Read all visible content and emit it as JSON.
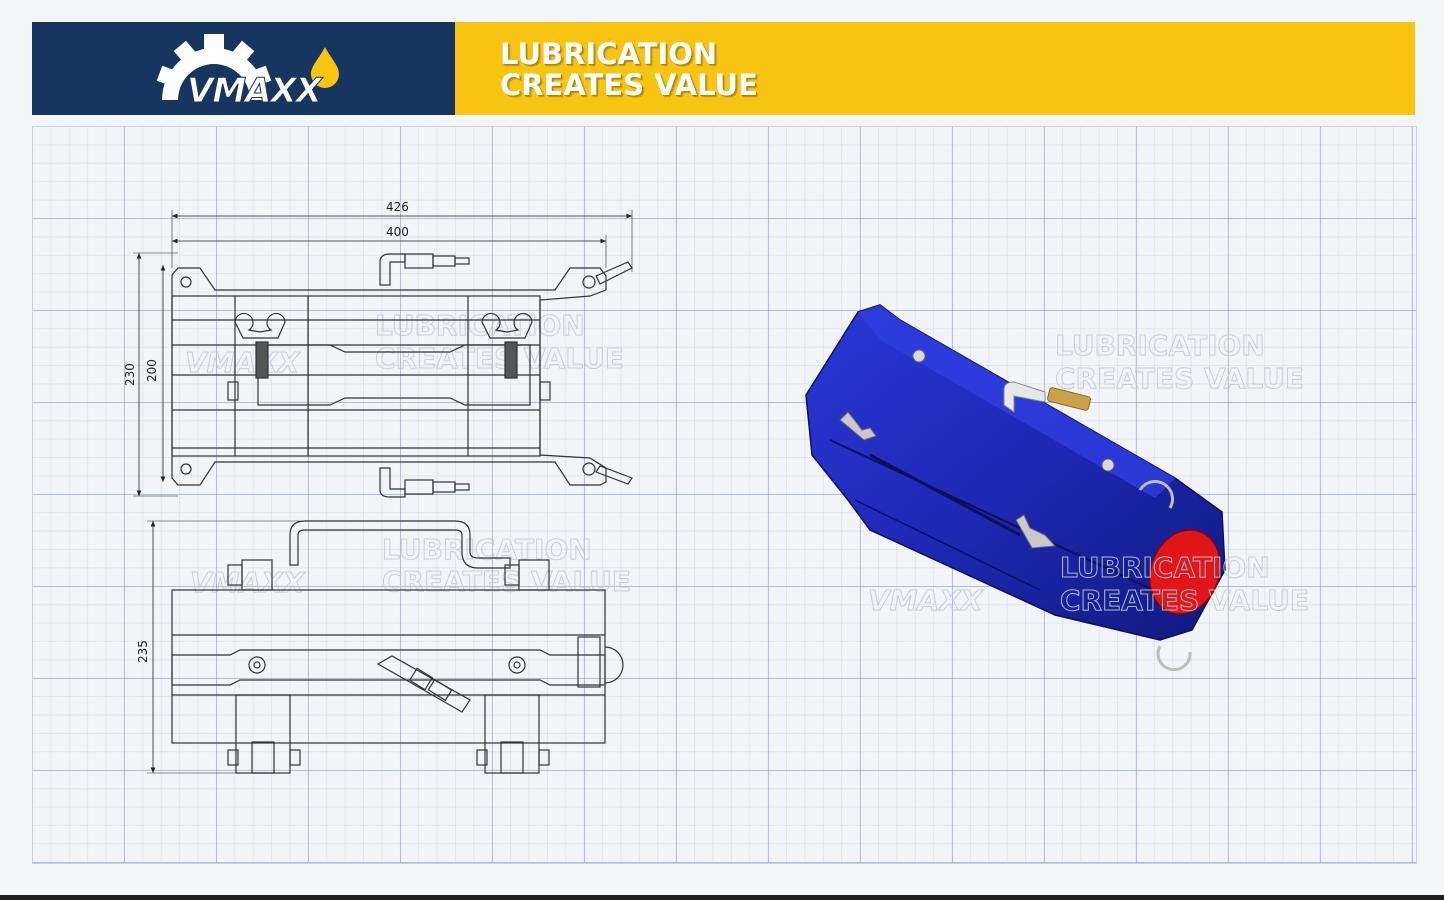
{
  "header": {
    "brand": "VMAXX",
    "slogan_line1": "LUBRICATION",
    "slogan_line2": "CREATES  VALUE",
    "colors": {
      "logo_panel": "#173561",
      "slogan_panel": "#f7c412",
      "accent_drop": "#f7c412"
    }
  },
  "watermark": {
    "brand": "VMAXX",
    "line1": "LUBRICATION",
    "line2": "CREATES  VALUE"
  },
  "dimensions": {
    "top_view_overall_width": "426",
    "top_view_inner_width": "400",
    "top_view_overall_height": "230",
    "top_view_inner_height": "200",
    "side_view_height": "235"
  },
  "render": {
    "body_color": "#1e28b4",
    "bore_color": "#e0161a",
    "fitting_color": "#c9a24a"
  }
}
